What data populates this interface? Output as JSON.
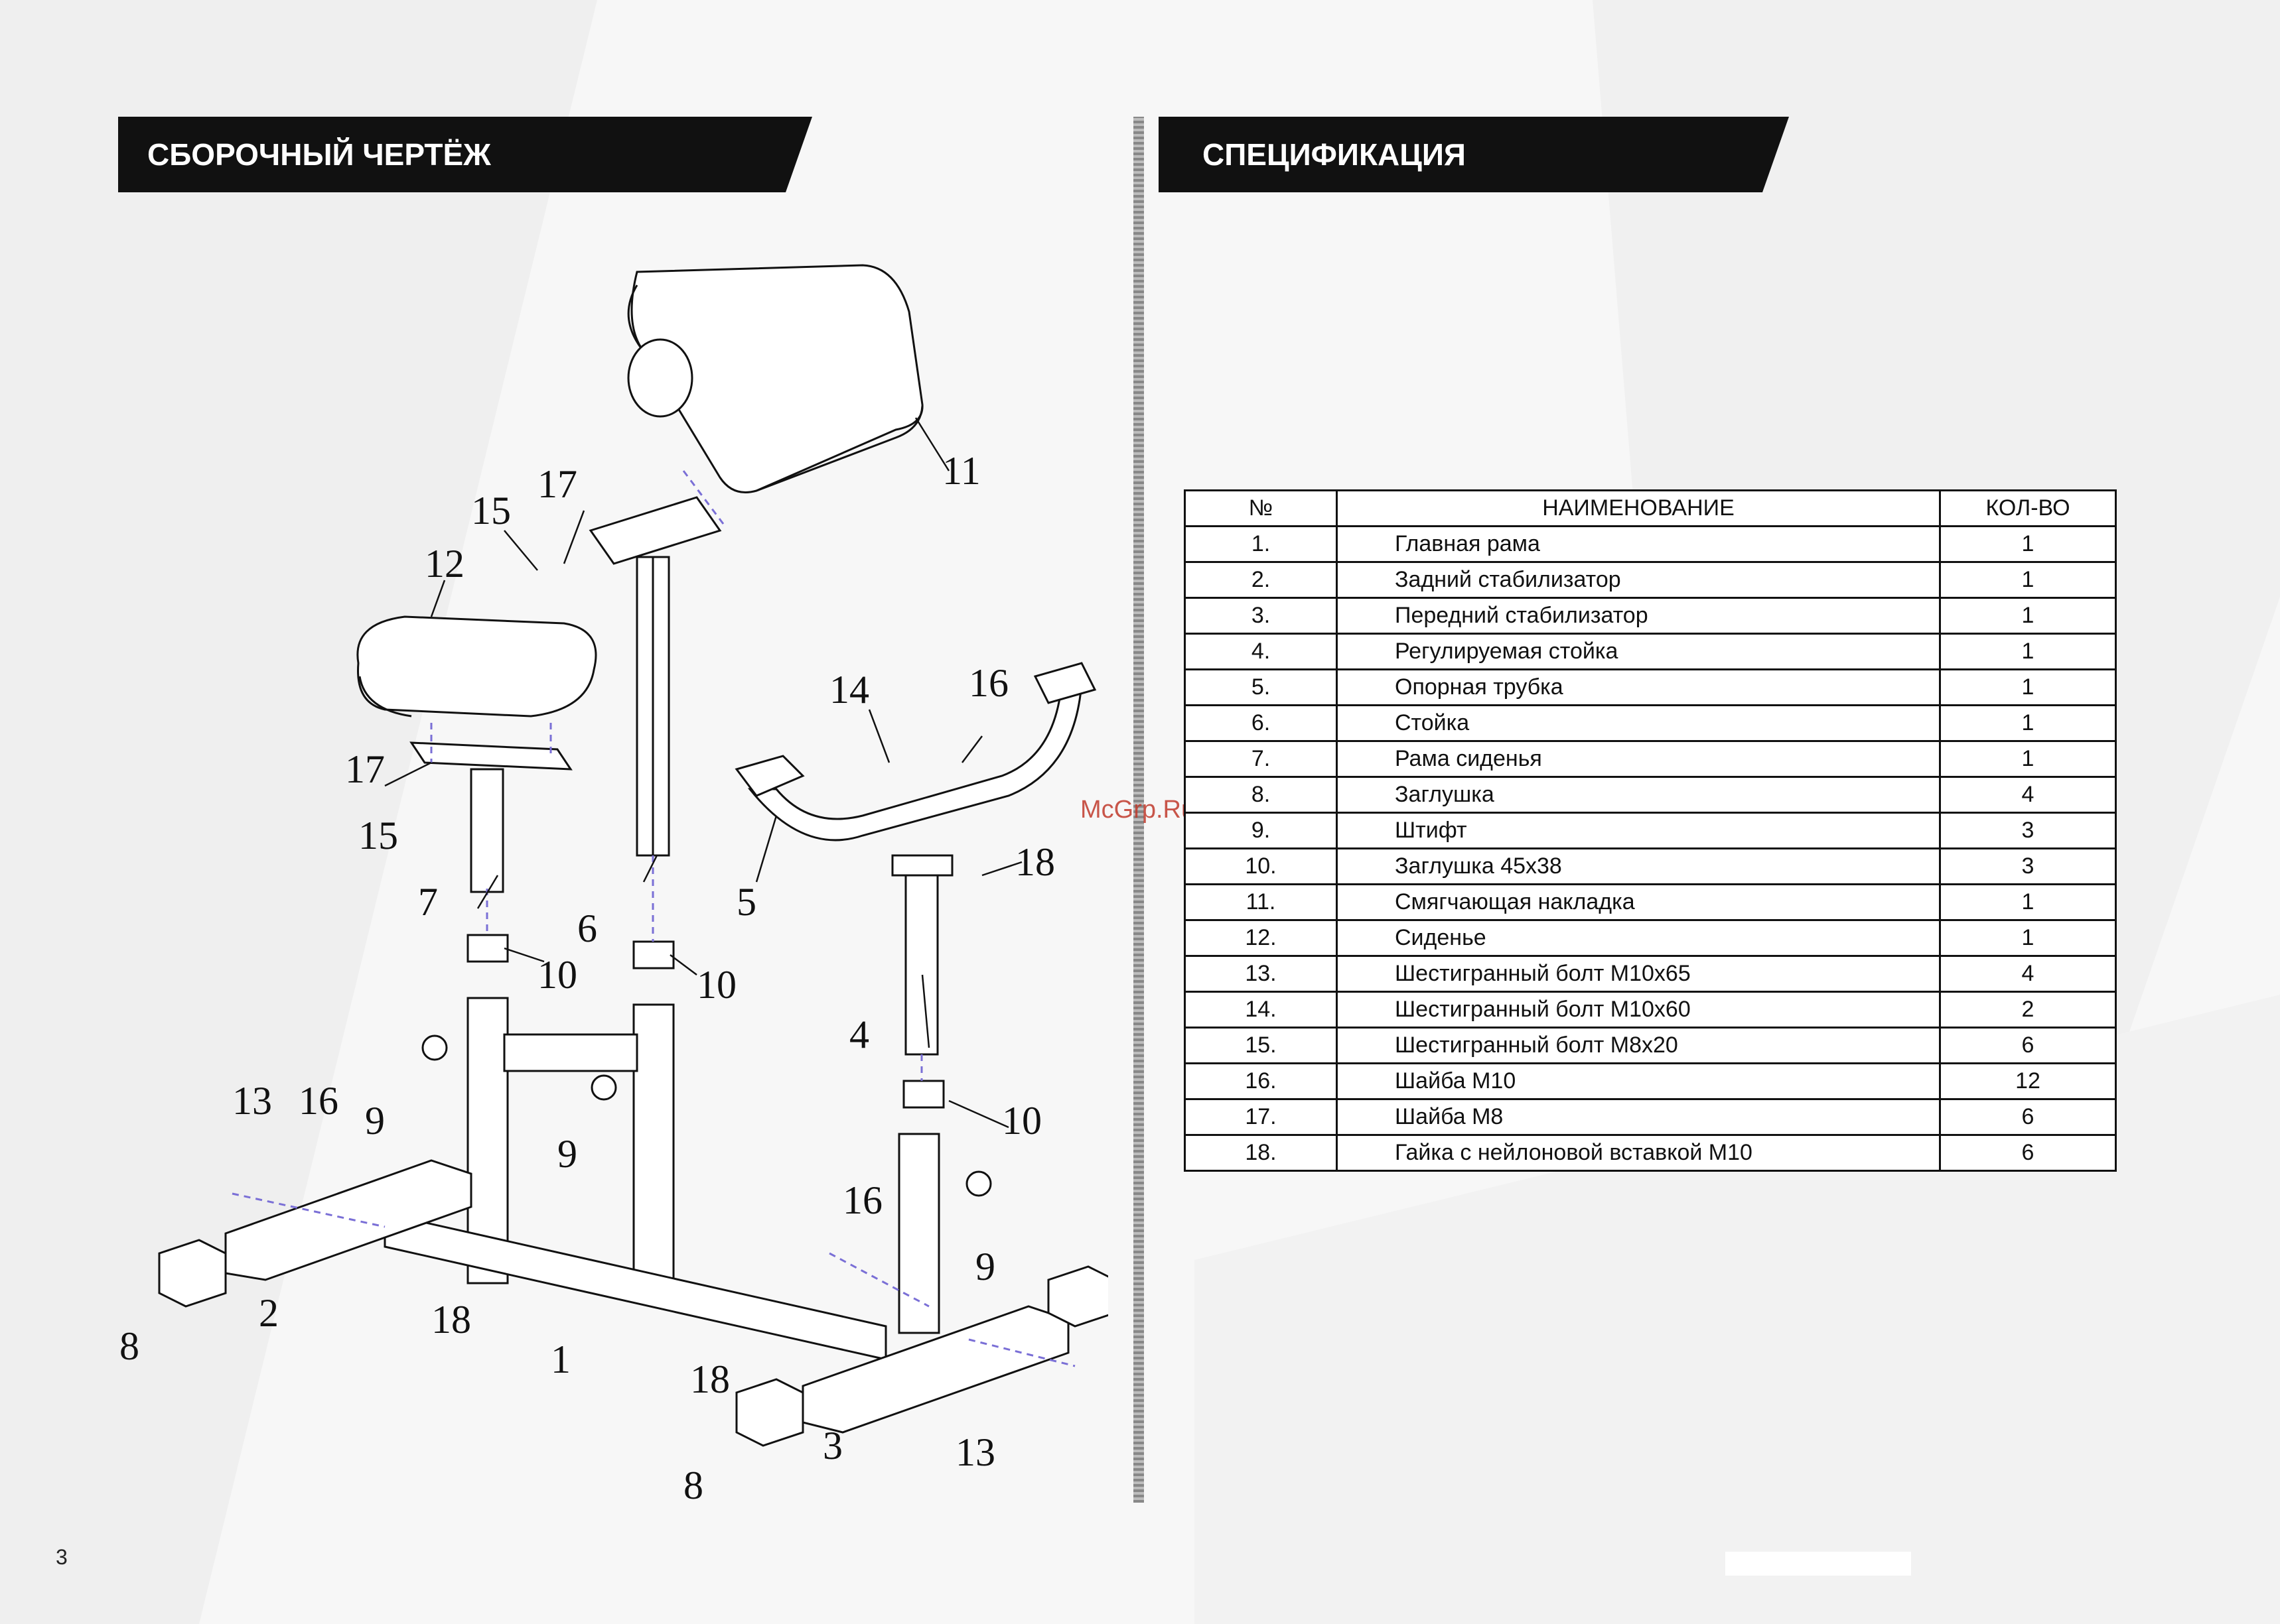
{
  "left_header": "СБОРОЧНЫЙ ЧЕРТЁЖ",
  "right_header": "СПЕЦИФИКАЦИЯ",
  "watermark": "McGrp.Ru",
  "page_number": "3",
  "drawing_callouts": [
    "11",
    "15",
    "17",
    "12",
    "17",
    "15",
    "7",
    "6",
    "14",
    "16",
    "5",
    "18",
    "10",
    "10",
    "4",
    "10",
    "9",
    "9",
    "13",
    "16",
    "9",
    "16",
    "8",
    "2",
    "18",
    "1",
    "18",
    "8",
    "3",
    "13"
  ],
  "table": {
    "headers": [
      "№",
      "НАИМЕНОВАНИЕ",
      "КОЛ-ВО"
    ],
    "rows": [
      {
        "num": "1.",
        "name": "Главная рама",
        "qty": "1"
      },
      {
        "num": "2.",
        "name": "Задний стабилизатор",
        "qty": "1"
      },
      {
        "num": "3.",
        "name": "Передний стабилизатор",
        "qty": "1"
      },
      {
        "num": "4.",
        "name": "Регулируемая стойка",
        "qty": "1"
      },
      {
        "num": "5.",
        "name": "Опорная трубка",
        "qty": "1"
      },
      {
        "num": "6.",
        "name": "Стойка",
        "qty": "1"
      },
      {
        "num": "7.",
        "name": "Рама сиденья",
        "qty": "1"
      },
      {
        "num": "8.",
        "name": "Заглушка",
        "qty": "4"
      },
      {
        "num": "9.",
        "name": "Штифт",
        "qty": "3"
      },
      {
        "num": "10.",
        "name": "Заглушка 45х38",
        "qty": "3"
      },
      {
        "num": "11.",
        "name": "Смягчающая накладка",
        "qty": "1"
      },
      {
        "num": "12.",
        "name": "Сиденье",
        "qty": "1"
      },
      {
        "num": "13.",
        "name": "Шестигранный болт М10х65",
        "qty": "4"
      },
      {
        "num": "14.",
        "name": "Шестигранный болт М10х60",
        "qty": "2"
      },
      {
        "num": "15.",
        "name": "Шестигранный болт М8х20",
        "qty": "6"
      },
      {
        "num": "16.",
        "name": "Шайба М10",
        "qty": "12"
      },
      {
        "num": "17.",
        "name": "Шайба М8",
        "qty": "6"
      },
      {
        "num": "18.",
        "name": "Гайка с нейлоновой вставкой М10",
        "qty": "6"
      }
    ]
  }
}
